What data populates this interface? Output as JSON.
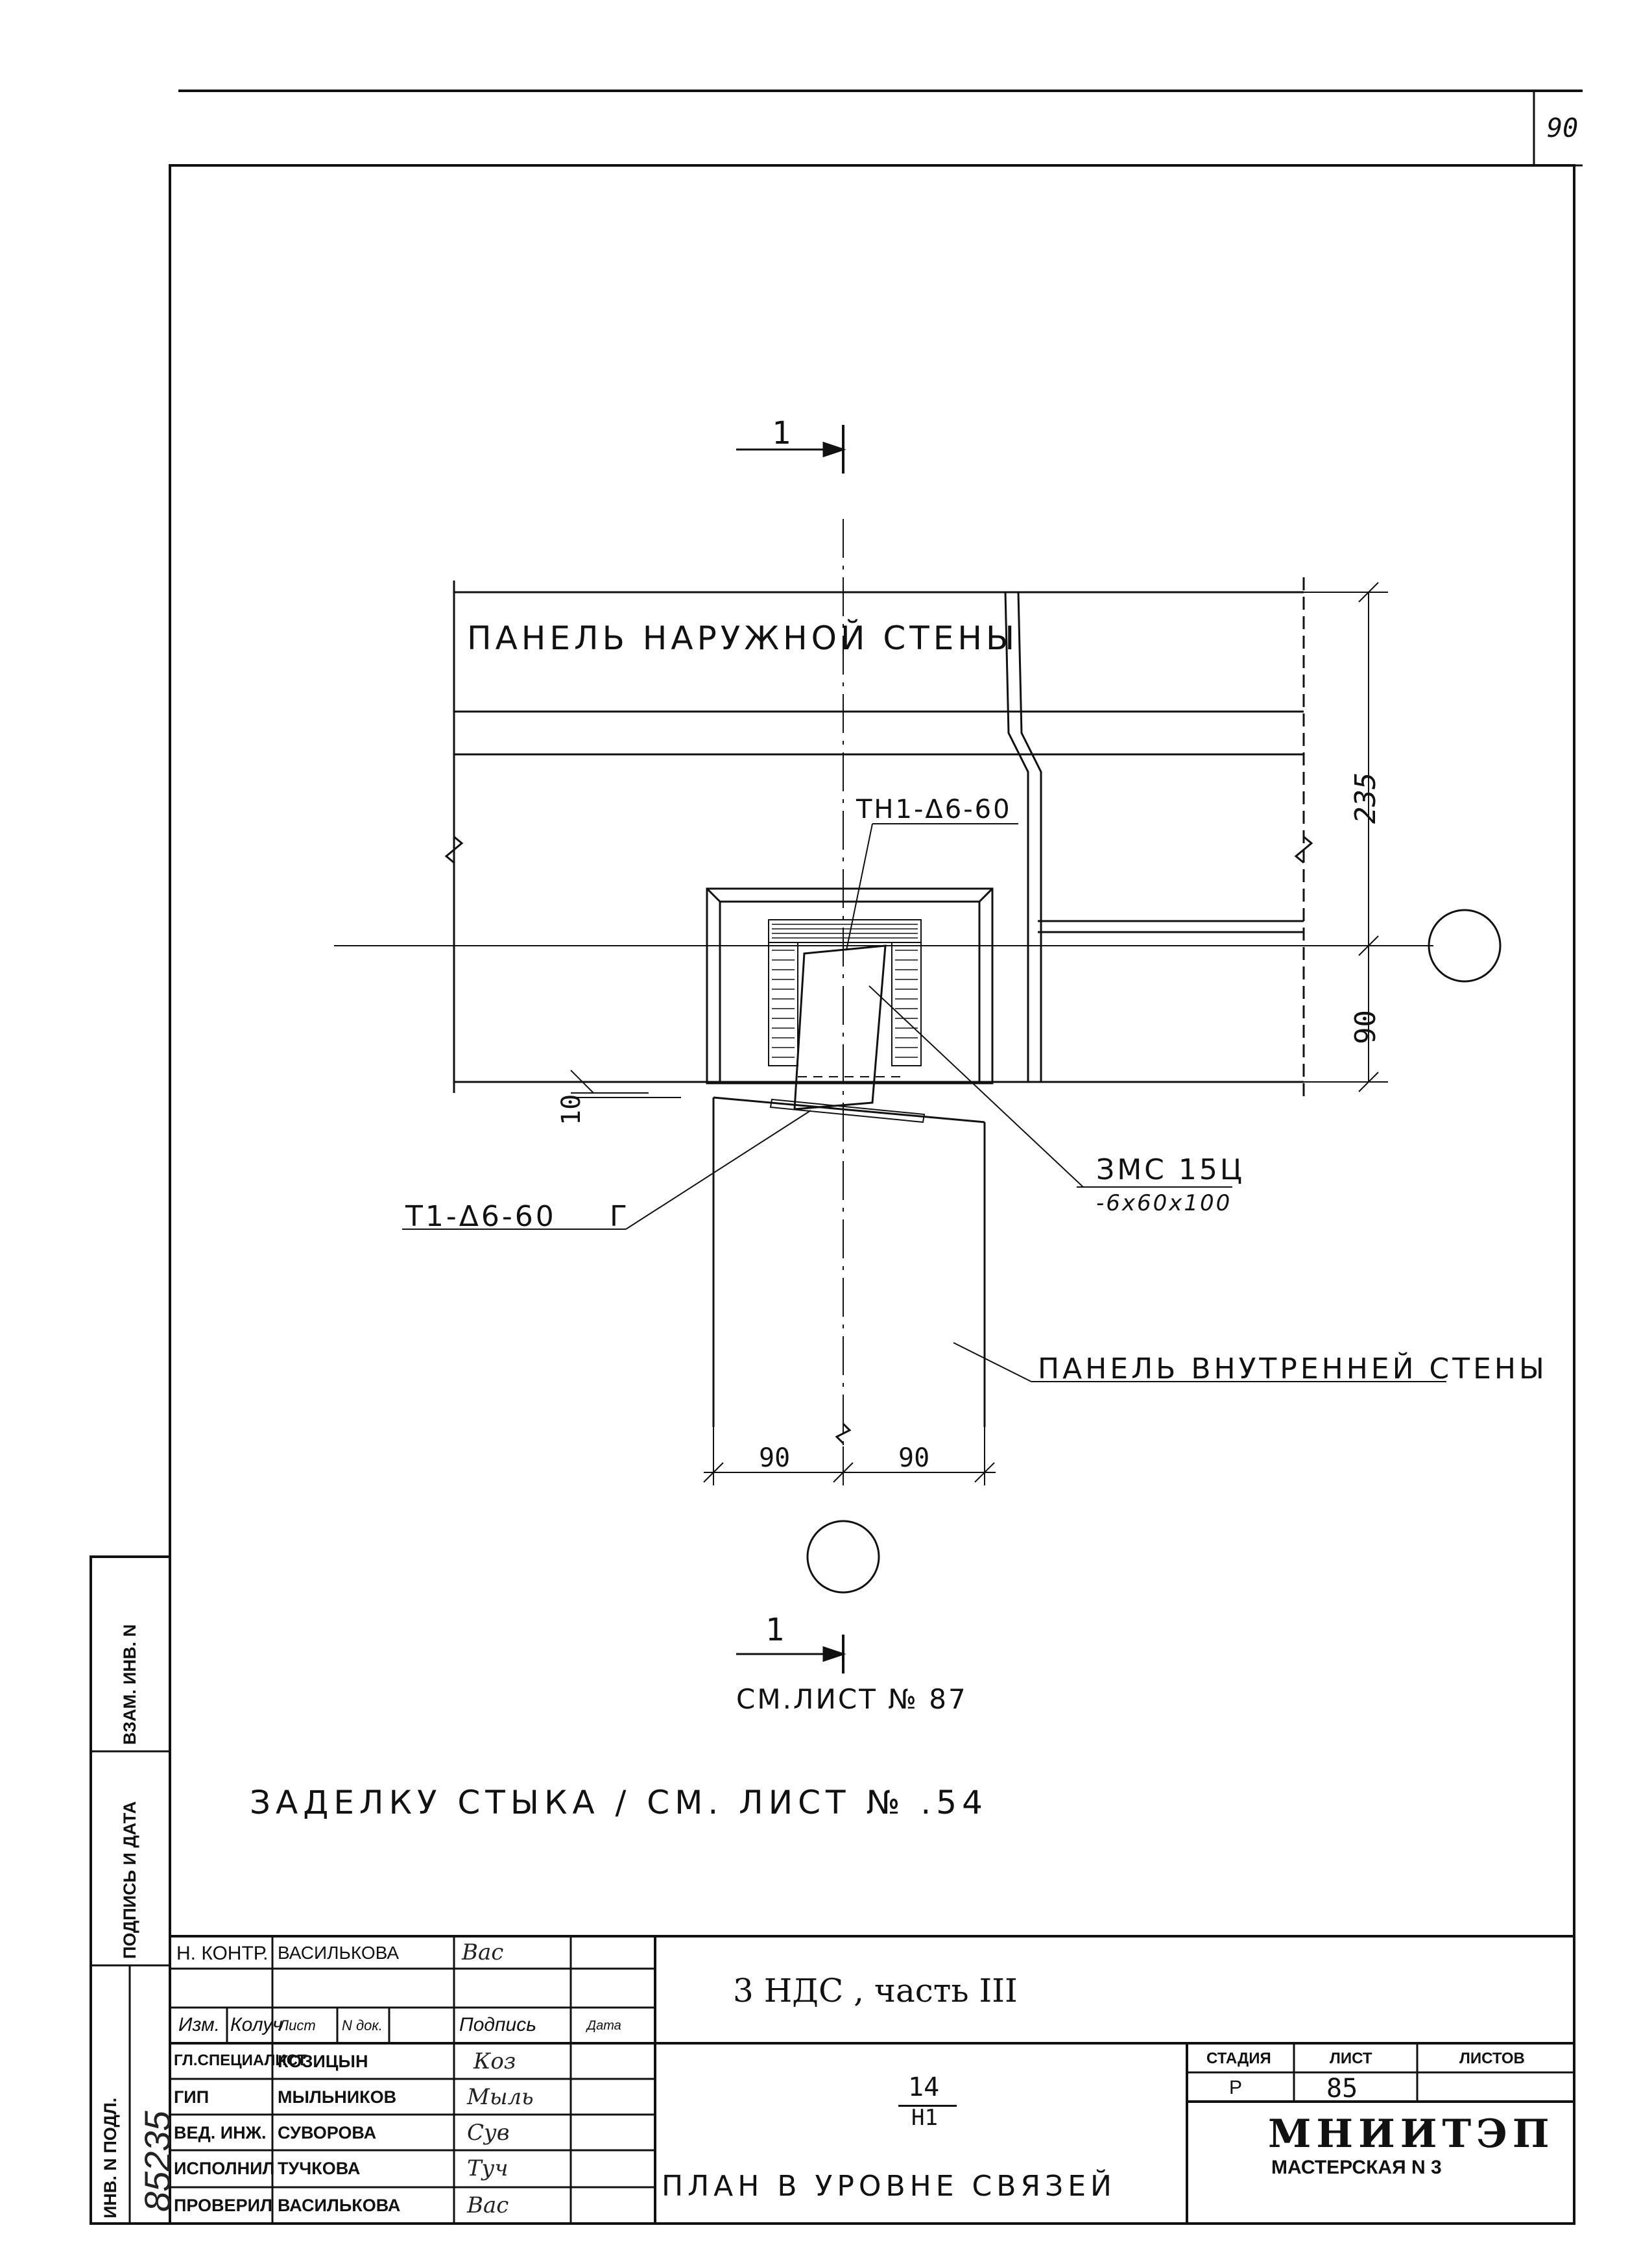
{
  "sheet": {
    "page_number": "90"
  },
  "drawing": {
    "section_mark_top": "1",
    "section_mark_bottom": "1",
    "outer_wall_label": "ПАНЕЛЬ НАРУЖНОЙ СТЕНЫ",
    "tie_top_label": "ТН1-Δ6-60",
    "tie_bottom_label": "Т1-Δ6-60",
    "tie_bottom_suffix": "Г",
    "plate_label_line1": "ЗМС 15Ц",
    "plate_label_line2": "-6х60х100",
    "inner_wall_label": "ПАНЕЛЬ ВНУТРЕННЕЙ СТЕНЫ",
    "dim_235": "235",
    "dim_90_right": "90",
    "dim_10": "10",
    "dim_90_left": "90",
    "dim_90_right_bottom": "90",
    "ref_sheet": "СМ.ЛИСТ № 87",
    "note": "ЗАДЕЛКУ СТЫКА / СМ. ЛИСТ № .54"
  },
  "side_stamp": {
    "vzam_inv": "ВЗАМ. ИНВ. N",
    "podpis_data": "ПОДПИСЬ И ДАТА",
    "inv_podl": "ИНВ. N ПОДЛ.",
    "inv_number": "85235"
  },
  "title_block": {
    "n_kontr_role": "Н. КОНТР.",
    "n_kontr_name": "ВАСИЛЬКОВА",
    "col_izm": "Изм.",
    "col_koluch": "Колуч",
    "col_list": "Лист",
    "col_ndok": "N док.",
    "col_podpis": "Подпись",
    "col_data": "Дата",
    "rows": [
      {
        "role": "ГЛ.СПЕЦИАЛИСТ",
        "name": "КОЗИЦЫН"
      },
      {
        "role": "ГИП",
        "name": "МЫЛЬНИКОВ"
      },
      {
        "role": "ВЕД. ИНЖ.",
        "name": "СУВОРОВА"
      },
      {
        "role": "ИСПОЛНИЛ",
        "name": "ТУЧКОВА"
      },
      {
        "role": "ПРОВЕРИЛ",
        "name": "ВАСИЛЬКОВА"
      }
    ],
    "signatures": [
      "Вас",
      "Коз",
      "Мыль",
      "Сув",
      "Туч",
      "Вас"
    ],
    "project_title": "3 НДС , часть III",
    "fraction_top": "14",
    "fraction_bottom": "Н1",
    "sheet_title": "ПЛАН В УРОВНЕ СВЯЗЕЙ",
    "stage_label": "СТАДИЯ",
    "sheet_label": "ЛИСТ",
    "sheets_label": "ЛИСТОВ",
    "stage_value": "Р",
    "sheet_value": "85",
    "sheets_value": "",
    "org_name": "МНИИТЭП",
    "org_sub": "МАСТЕРСКАЯ N 3"
  }
}
